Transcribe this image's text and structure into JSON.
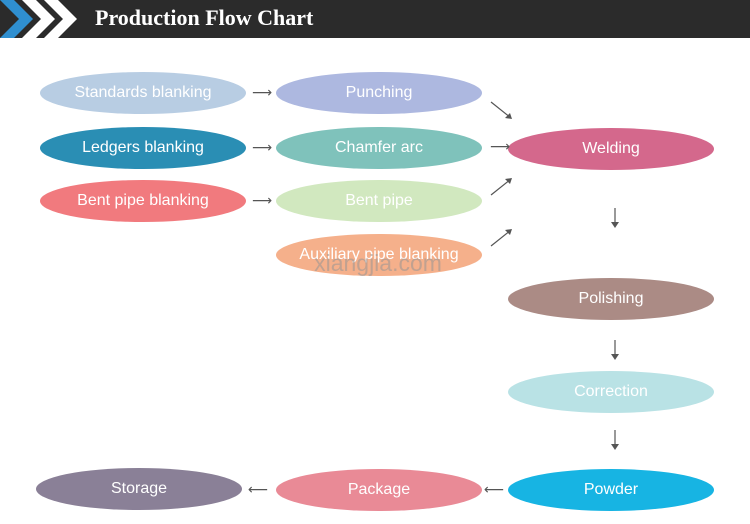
{
  "header": {
    "title": "Production Flow Chart"
  },
  "nodes": {
    "standards": {
      "label": "Standards blanking",
      "color": "#b8cde3"
    },
    "ledgers": {
      "label": "Ledgers blanking",
      "color": "#2a8eb4"
    },
    "bent_pipe_blanking": {
      "label": "Bent pipe blanking",
      "color": "#f17a7e"
    },
    "punching": {
      "label": "Punching",
      "color": "#adb8e0"
    },
    "chamfer": {
      "label": "Chamfer arc",
      "color": "#7fc2bb"
    },
    "bent_pipe": {
      "label": "Bent pipe",
      "color": "#d1e8bf"
    },
    "auxiliary": {
      "label": "Auxiliary pipe blanking",
      "color": "#f5b08b"
    },
    "welding": {
      "label": "Welding",
      "color": "#d4688c"
    },
    "polishing": {
      "label": "Polishing",
      "color": "#ab8b85"
    },
    "correction": {
      "label": "Correction",
      "color": "#b9e2e5"
    },
    "powder": {
      "label": "Powder",
      "color": "#17b4e3"
    },
    "package": {
      "label": "Package",
      "color": "#e98a96"
    },
    "storage": {
      "label": "Storage",
      "color": "#8a8097"
    }
  },
  "watermark": {
    "text": "xiangjia.com"
  },
  "icons": {
    "arrow_right": "arrow-right-icon",
    "arrow_left": "arrow-left-icon",
    "arrow_down": "arrow-down-icon",
    "arrow_diagonal_down": "arrow-diagonal-down-icon",
    "arrow_diagonal_up": "arrow-diagonal-up-icon"
  },
  "header_colors": {
    "bar": "#2b2b2b",
    "chevron_primary": "#2f8fd0",
    "chevron_secondary": "#ffffff"
  }
}
